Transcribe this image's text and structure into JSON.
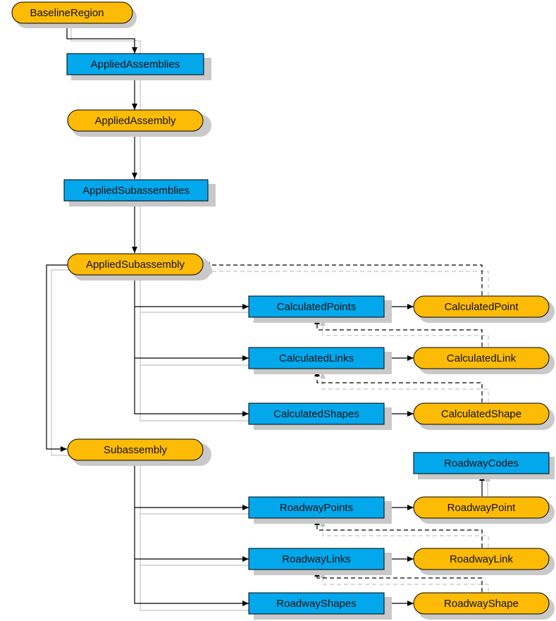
{
  "nodes": {
    "baselineRegion": "BaselineRegion",
    "appliedAssemblies": "AppliedAssemblies",
    "appliedAssembly": "AppliedAssembly",
    "appliedSubassemblies": "AppliedSubassemblies",
    "appliedSubassembly": "AppliedSubassembly",
    "calculatedPoints": "CalculatedPoints",
    "calculatedPoint": "CalculatedPoint",
    "calculatedLinks": "CalculatedLinks",
    "calculatedLink": "CalculatedLink",
    "calculatedShapes": "CalculatedShapes",
    "calculatedShape": "CalculatedShape",
    "subassembly": "Subassembly",
    "roadwayCodes": "RoadwayCodes",
    "roadwayPoints": "RoadwayPoints",
    "roadwayPoint": "RoadwayPoint",
    "roadwayLinks": "RoadwayLinks",
    "roadwayLink": "RoadwayLink",
    "roadwayShapes": "RoadwayShapes",
    "roadwayShape": "RoadwayShape"
  },
  "colors": {
    "collection": "#03a8ec",
    "object": "#fdbb06",
    "connector": "#000000",
    "ghost": "#c4c4c4"
  }
}
